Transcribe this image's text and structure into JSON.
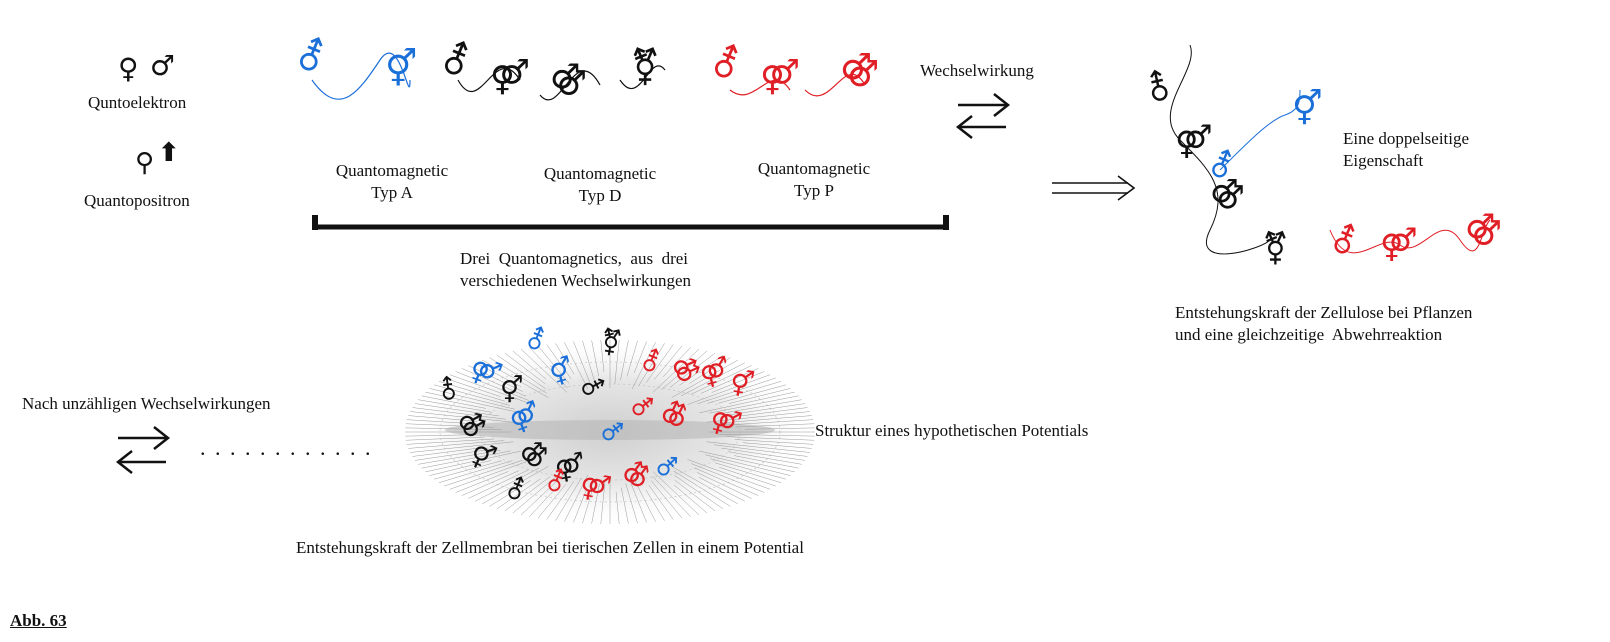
{
  "legend": {
    "electron_label": "Quntoelektron",
    "positron_label": "Quantopositron"
  },
  "types": [
    {
      "label_line1": "Quantomagnetic",
      "label_line2": "Typ A",
      "color": "#1a6fd9"
    },
    {
      "label_line1": "Quantomagnetic",
      "label_line2": "Typ D",
      "color": "#111111"
    },
    {
      "label_line1": "Quantomagnetic",
      "label_line2": "Typ P",
      "color": "#e01e25"
    }
  ],
  "bracket_caption": {
    "line1": "Drei  Quantomagnetics,  aus  drei",
    "line2": "verschiedenen Wechselwirkungen"
  },
  "interaction_label": "Wechselwirkung",
  "right_panel": {
    "property_line1": "Eine doppelseitige",
    "property_line2": "Eigenschaft",
    "caption_line1": "Entstehungskraft der Zellulose bei Pflanzen",
    "caption_line2": "und eine gleichzeitige  Abwehrreaktion"
  },
  "bottom": {
    "left_label": "Nach unzähligen Wechselwirkungen",
    "dots": ". . . . . . . . . . . .",
    "structure_label": "Struktur eines hypothetischen Potentials",
    "membrane_caption": "Entstehungskraft der Zellmembran bei tierischen Zellen in einem Potential"
  },
  "figure_caption": "Abb. 63",
  "colors": {
    "blue": "#1a6fd9",
    "black": "#111111",
    "red": "#e01e25"
  }
}
